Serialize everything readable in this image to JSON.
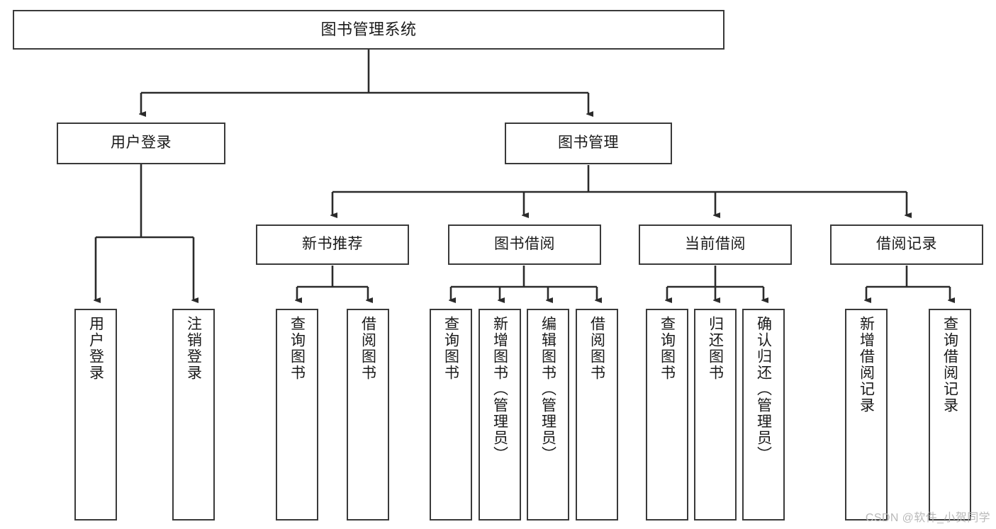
{
  "diagram": {
    "title": "图书管理系统",
    "type": "tree",
    "watermark": "CSDN @软件_小贺同学",
    "colors": {
      "stroke": "#3a3a3a",
      "fill": "#ffffff",
      "text": "#1a1a1a",
      "watermark": "#b9b9b9"
    },
    "nodes": {
      "root": {
        "label": "图书管理系统"
      },
      "level2": [
        {
          "label": "用户登录"
        },
        {
          "label": "图书管理"
        }
      ],
      "level3": [
        {
          "label": "新书推荐"
        },
        {
          "label": "图书借阅"
        },
        {
          "label": "当前借阅"
        },
        {
          "label": "借阅记录"
        }
      ],
      "leaves": {
        "user_login": [
          {
            "label": "用户登录"
          },
          {
            "label": "注销登录"
          }
        ],
        "new_book_recommend": [
          {
            "label": "查询图书"
          },
          {
            "label": "借阅图书"
          }
        ],
        "book_borrow": [
          {
            "label": "查询图书"
          },
          {
            "label": "新增图书（管理员）"
          },
          {
            "label": "编辑图书（管理员）"
          },
          {
            "label": "借阅图书"
          }
        ],
        "current_borrow": [
          {
            "label": "查询图书"
          },
          {
            "label": "归还图书"
          },
          {
            "label": "确认归还（管理员）"
          }
        ],
        "borrow_record": [
          {
            "label": "新增借阅记录"
          },
          {
            "label": "查询借阅记录"
          }
        ]
      }
    }
  }
}
